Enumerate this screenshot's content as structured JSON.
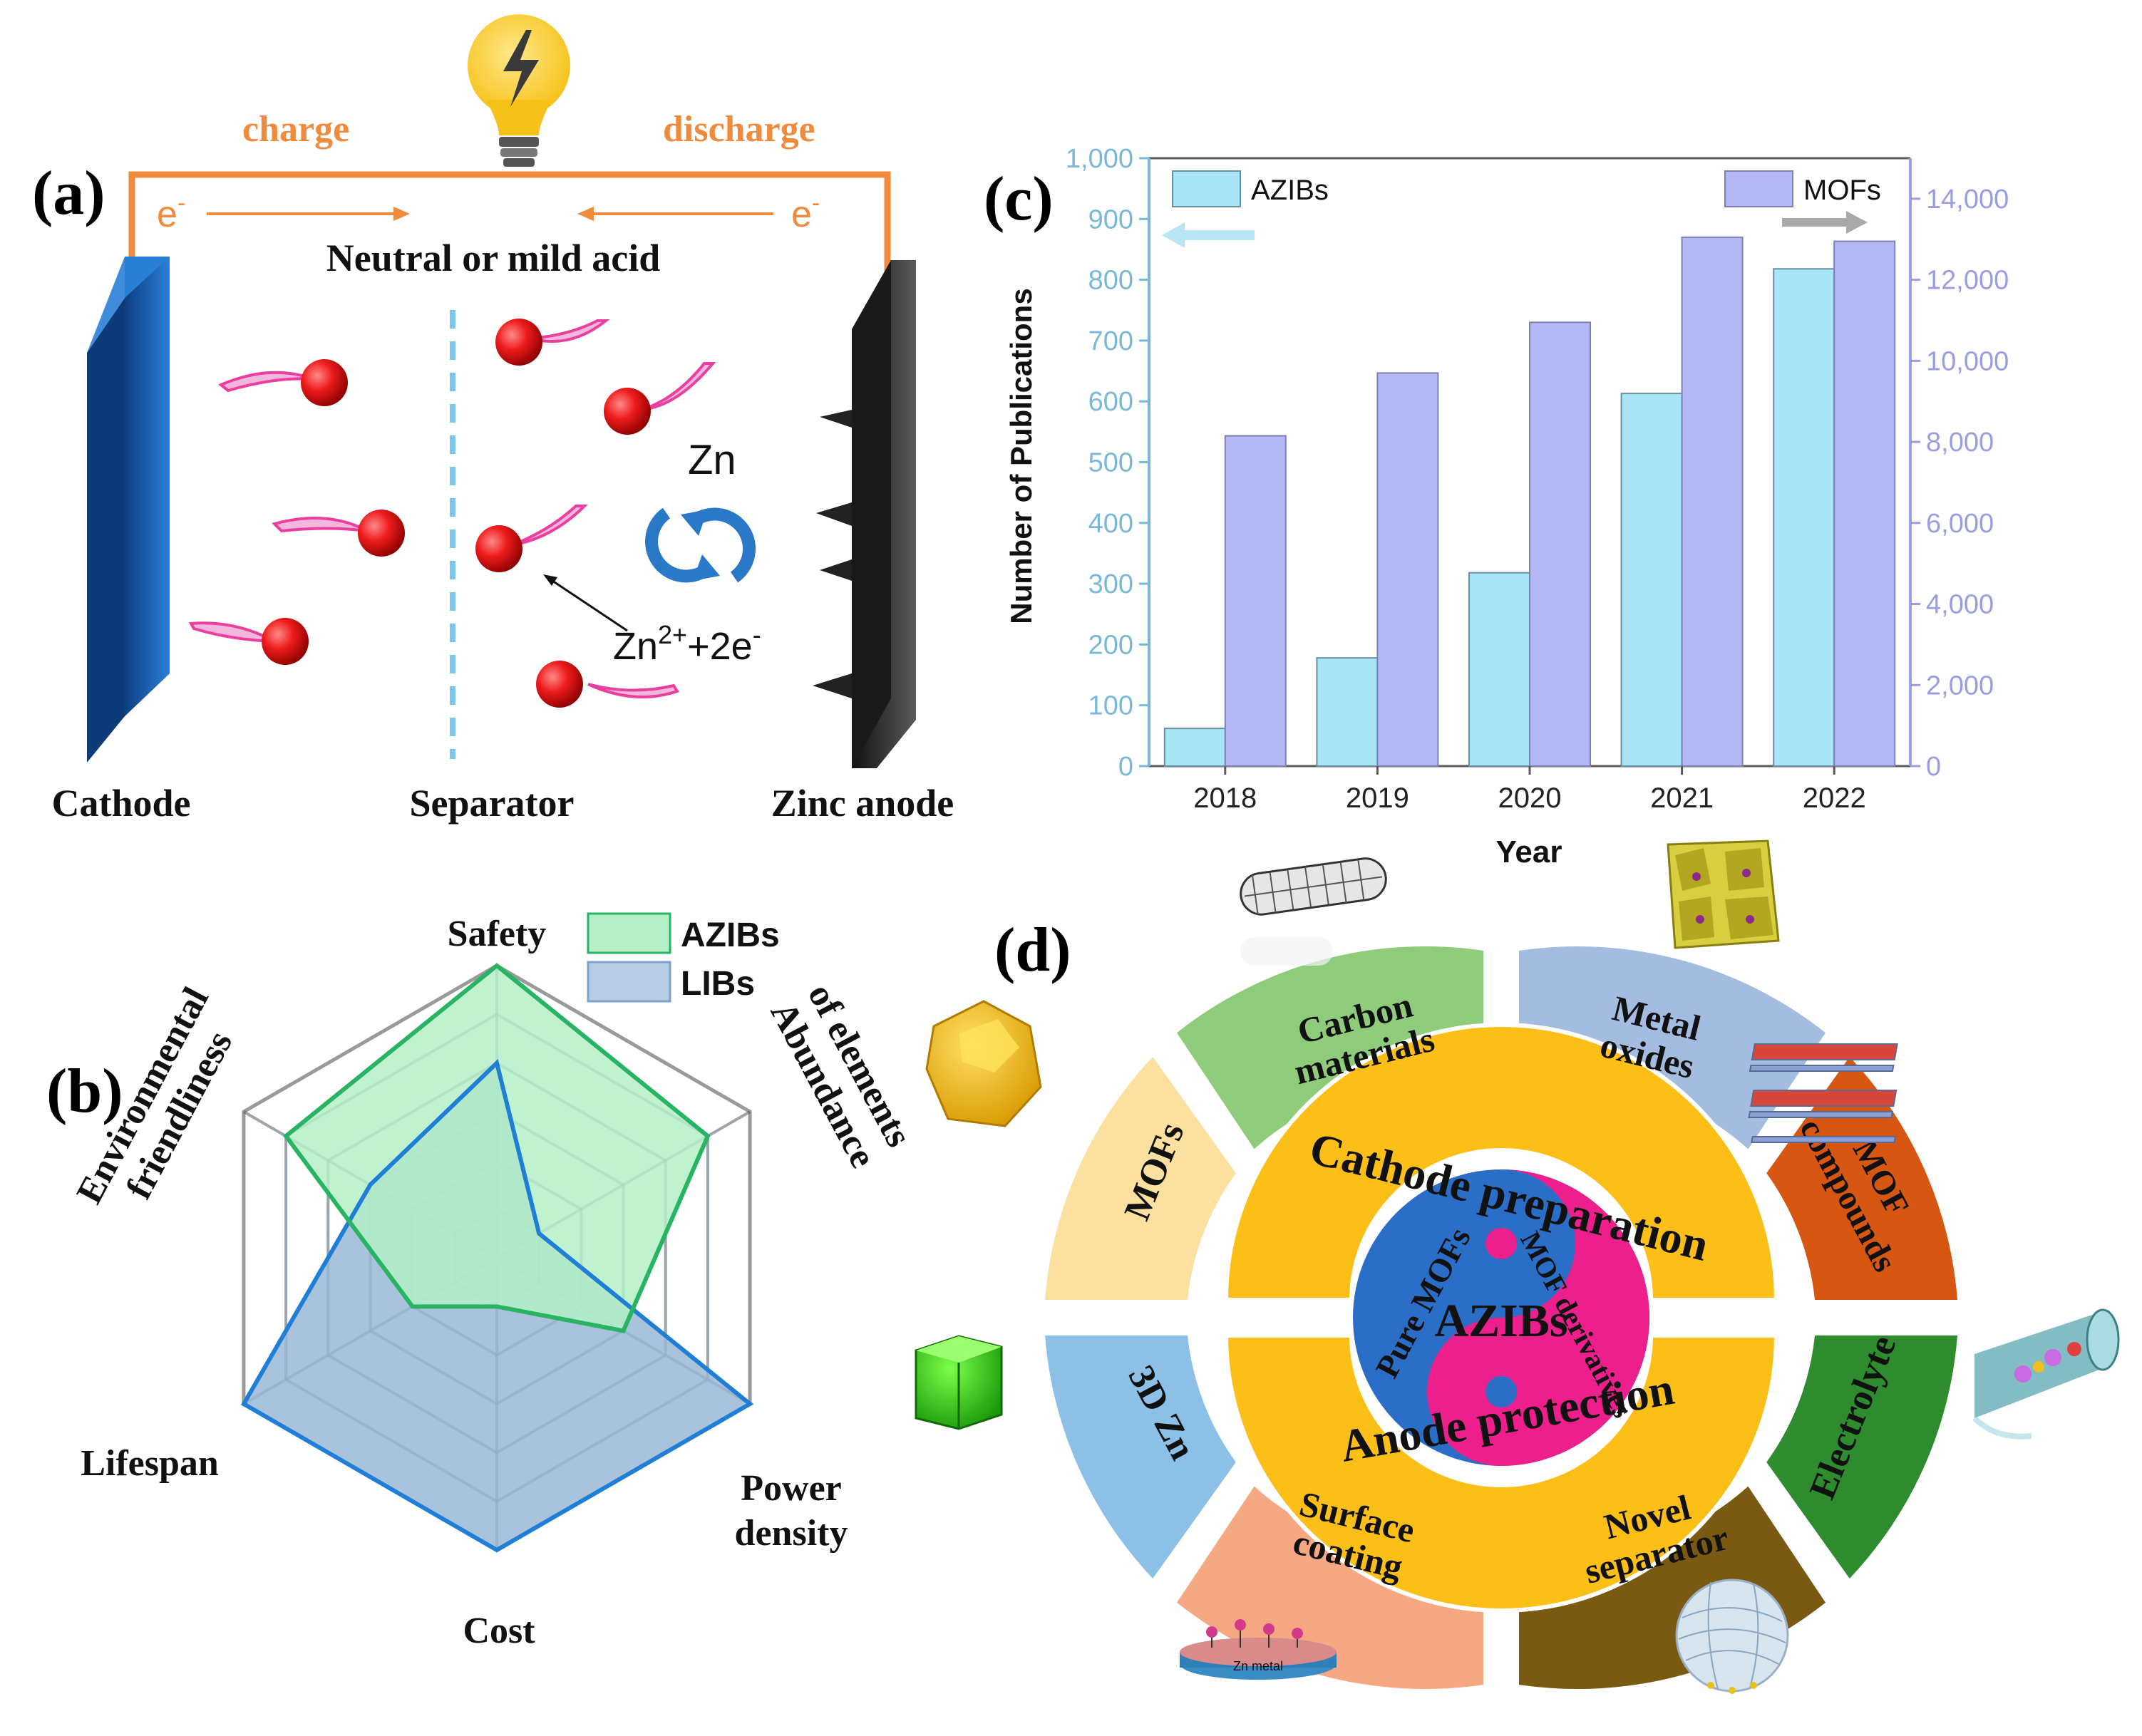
{
  "panel_a": {
    "label": "(a)",
    "charge": "charge",
    "discharge": "discharge",
    "electron": "e",
    "electron_sup": "-",
    "electrolyte": "Neutral or mild acid",
    "zn": "Zn",
    "zn_ion": "Zn",
    "zn_ion_sup": "2+",
    "zn_ion_rest": "+2e",
    "zn_ion_sup2": "-",
    "cathode": "Cathode",
    "separator": "Separator",
    "anode": "Zinc anode",
    "colors": {
      "wire": "#f08a3c",
      "cathode": "#1f6fc1",
      "anode": "#3a3a3a",
      "ion": "#e81818",
      "separator": "#7fc4ea"
    }
  },
  "panel_b": {
    "label": "(b)",
    "axes": [
      "Safety",
      "Abundance of elements",
      "Power density",
      "Cost",
      "Lifespan",
      "Environmental friendliness"
    ],
    "axis_lines": {
      "safety": "Safety",
      "abundance_1": "Abundance",
      "abundance_2": "of elements",
      "power_1": "Power",
      "power_2": "density",
      "cost": "Cost",
      "lifespan": "Lifespan",
      "env_1": "Environmental",
      "env_2": "friendliness"
    },
    "legend": [
      "AZIBs",
      "LIBs"
    ],
    "series": [
      {
        "name": "AZIBs",
        "values": [
          6,
          5,
          3,
          1,
          2,
          5
        ],
        "color": "#28b463",
        "fill": "#b5f0c8"
      },
      {
        "name": "LIBs",
        "values": [
          4,
          1,
          6,
          6,
          6,
          3
        ],
        "color": "#1f7fd6",
        "fill": "#9ab8d6"
      }
    ],
    "rings": 6
  },
  "chart_data": {
    "type": "bar",
    "categories": [
      "2018",
      "2019",
      "2020",
      "2021",
      "2022"
    ],
    "series": [
      {
        "name": "AZIBs",
        "axis": "left",
        "values": [
          62,
          178,
          318,
          613,
          818
        ],
        "color": "#a8e6f7"
      },
      {
        "name": "MOFs",
        "axis": "right",
        "values": [
          8150,
          9700,
          10950,
          13050,
          12950
        ],
        "color": "#b4b8f5"
      }
    ],
    "xlabel": "Year",
    "ylabel": "Number of Publications",
    "ylim": [
      0,
      1000
    ],
    "y2lim": [
      0,
      15000
    ],
    "yticks": [
      "0",
      "100",
      "200",
      "300",
      "400",
      "500",
      "600",
      "700",
      "800",
      "900",
      "1,000"
    ],
    "y2ticks": [
      "0",
      "2,000",
      "4,000",
      "6,000",
      "8,000",
      "10,000",
      "12,000",
      "14,000"
    ],
    "legend": "top",
    "label": "(c)"
  },
  "panel_d": {
    "label": "(d)",
    "center": "AZIBs",
    "yin": "Pure MOFs",
    "yang": "MOF derivatives",
    "cathode_ring": "Cathode preparation",
    "anode_ring": "Anode protection",
    "segments": {
      "carbon_1": "Carbon",
      "carbon_2": "materials",
      "metal_1": "Metal",
      "metal_2": "oxides",
      "mofcomp_1": "MOF",
      "mofcomp_2": "compounds",
      "mofs": "MOFs",
      "zn3d": "3D Zn",
      "electrolyte": "Electrolyte",
      "surface_1": "Surface",
      "surface_2": "coating",
      "novel_1": "Novel",
      "novel_2": "separator"
    },
    "zn_metal": "Zn metal",
    "colors": {
      "carbon": "#8ecb7a",
      "metal": "#a3bce0",
      "mofcomp": "#d65612",
      "mofs": "#fbe0a0",
      "zn3d": "#8cc0e6",
      "electrolyte": "#2e8c2e",
      "surface": "#f5a882",
      "novel": "#7a5a12",
      "ring": "#fbbf18",
      "center_blue": "#2b6ec8",
      "center_pink": "#ec1f8c"
    }
  }
}
